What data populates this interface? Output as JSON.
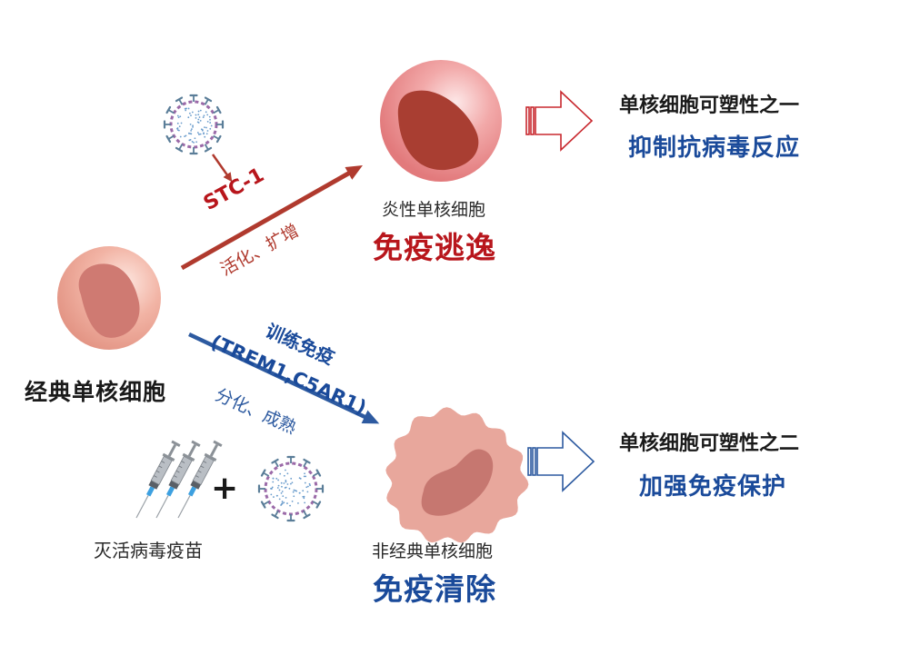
{
  "classical_monocyte": {
    "label": "经典单核细胞"
  },
  "upper_pathway": {
    "factor": "STC-1",
    "process": "活化、扩增",
    "color": "#b03a2e"
  },
  "inflammatory_monocyte": {
    "label": "炎性单核细胞",
    "outcome": "免疫逃逸",
    "outcome_color": "#c0161c"
  },
  "plasticity_one": {
    "title": "单核细胞可塑性之一",
    "effect": "抑制抗病毒反应"
  },
  "lower_pathway": {
    "title": "训练免疫",
    "markers": "(TREM1,C5AR1)",
    "process": "分化、成熟",
    "color": "#2d5aa0"
  },
  "vaccine": {
    "plus": "+",
    "label": "灭活病毒疫苗"
  },
  "nonclassical_monocyte": {
    "label": "非经典单核细胞",
    "outcome": "免疫清除",
    "outcome_color": "#1a4a9a"
  },
  "plasticity_two": {
    "title": "单核细胞可塑性之二",
    "effect": "加强免疫保护"
  },
  "colors": {
    "red_arrow": "#c8282e",
    "blue_arrow": "#2d5aa0"
  }
}
